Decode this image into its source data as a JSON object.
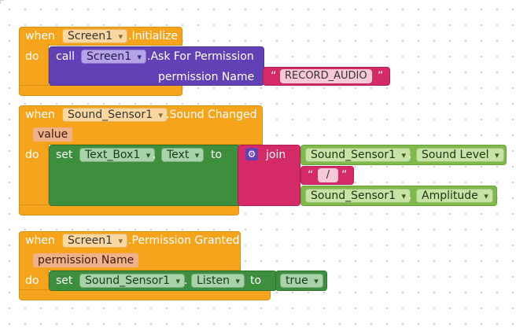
{
  "block1": {
    "when": "when",
    "component": "Screen1",
    "event": ".Initialize",
    "do": "do",
    "call": "call",
    "call_component": "Screen1",
    "method": ".Ask For Permission",
    "param_name": "permission Name",
    "string_value": "RECORD_AUDIO",
    "quote_open": "“",
    "quote_close": "”"
  },
  "block2": {
    "when": "when",
    "component": "Sound_Sensor1",
    "event": ".Sound Changed",
    "param": "value",
    "do": "do",
    "set": "set",
    "target_component": "Text_Box1",
    "dot": ".",
    "target_property": "Text",
    "to": "to",
    "join": "join",
    "join_icon": "gear-icon",
    "item1_component": "Sound_Sensor1",
    "item1_dot": ".",
    "item1_property": "Sound Level",
    "item2_value": "/",
    "quote_open": "“",
    "quote_close": "”",
    "item3_component": "Sound_Sensor1",
    "item3_dot": ".",
    "item3_property": "Amplitude"
  },
  "block3": {
    "when": "when",
    "component": "Screen1",
    "event": ".Permission Granted",
    "param": "permission Name",
    "do": "do",
    "set": "set",
    "target_component": "Sound_Sensor1",
    "dot": ".",
    "target_property": "Listen",
    "to": "to",
    "value": "true"
  },
  "colors": {
    "event": "#f7a41d",
    "call": "#6241b6",
    "text": "#d42a68",
    "component_set": "#3d8f3d",
    "component_get": "#7fb949"
  }
}
